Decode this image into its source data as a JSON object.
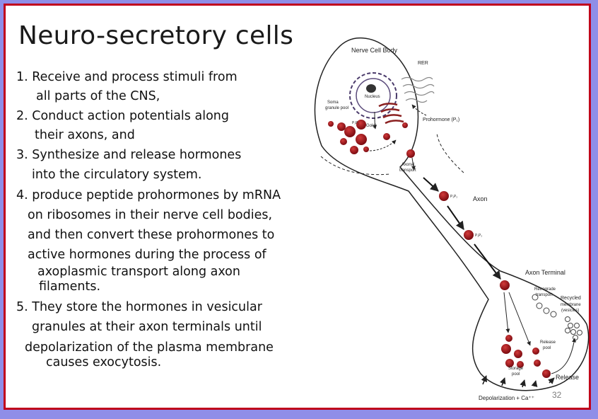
{
  "slide": {
    "title": "Neuro-secretory cells",
    "body_lines": [
      "1. Receive and process stimuli from",
      "all parts of the CNS,",
      "2. Conduct action potentials along",
      "their axons, and",
      "3. Synthesize and release hormones",
      "into the circulatory system.",
      "4. produce peptide prohormones by mRNA",
      "on ribosomes in their nerve cell bodies,",
      "and then convert these prohormones to",
      "active hormones during the process of",
      "axoplasmic transport along axon",
      "filaments.",
      "5. They store the hormones in vesicular",
      "granules at their axon terminals until",
      "depolarization of the plasma membrane",
      "causes exocytosis."
    ],
    "slide_number": "32"
  },
  "diagram": {
    "nerve_cell_body": "Nerve Cell Body",
    "rer": "RER",
    "nucleus": "Nucleus",
    "soma_granule_pool": [
      "Soma",
      "granule pool"
    ],
    "golgi": "Golgi",
    "prohormone": "Prohormone (P₁)",
    "p1p2": "P₁P₂",
    "axonal_transport": [
      "Axonal",
      "transport"
    ],
    "axon": "Axon",
    "axon_terminal": "Axon Terminal",
    "retrograde_transport": [
      "Retrograde",
      "transport"
    ],
    "recycled_membrane": [
      "Recycled",
      "membrane",
      "(vesicles)"
    ],
    "release_pool": [
      "Release",
      "pool"
    ],
    "storage_pool": [
      "Storage",
      "pool"
    ],
    "release": "Release",
    "depolarization": "Depolarization + Ca⁺⁺"
  },
  "colors": {
    "background": "#8f8ee8",
    "border": "#c0001c",
    "granule": "#8e0f14"
  }
}
